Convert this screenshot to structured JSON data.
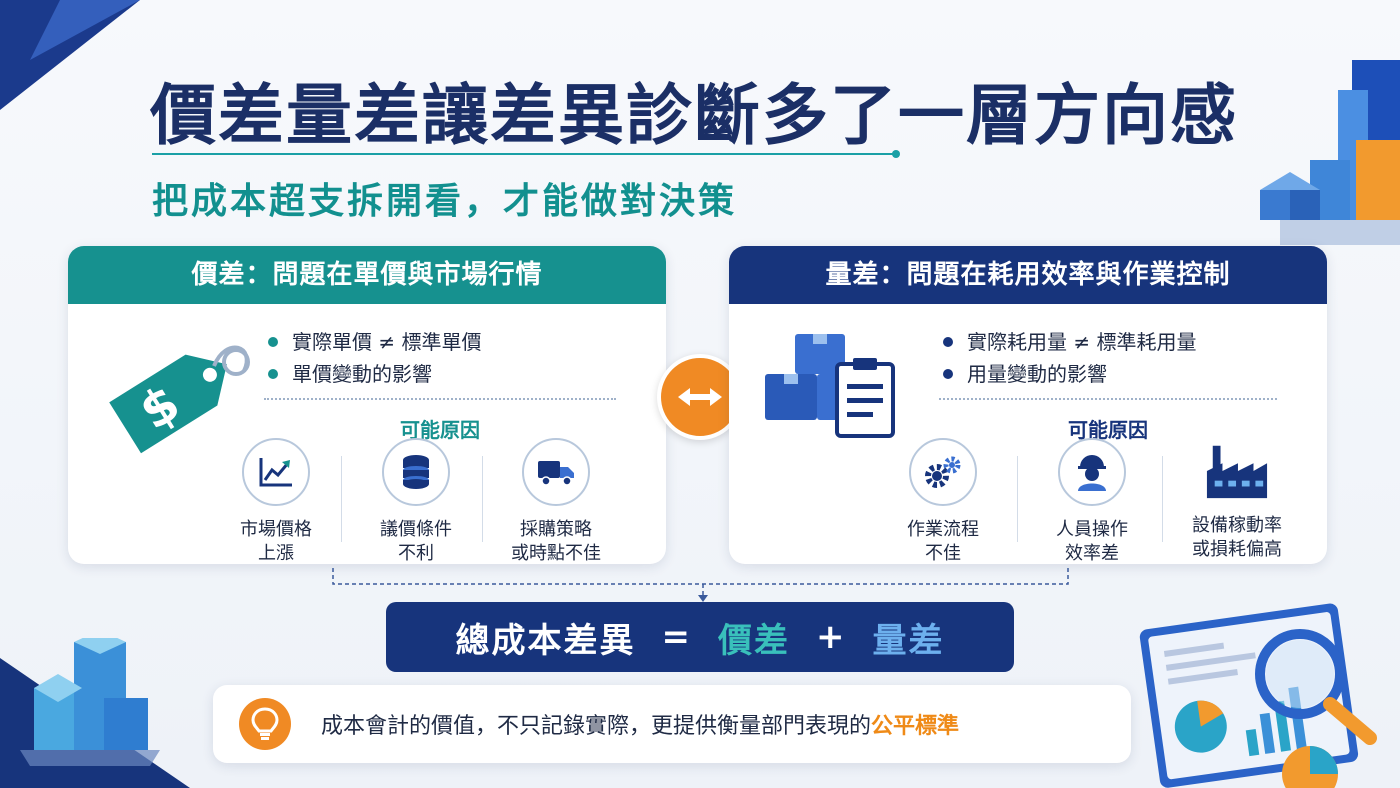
{
  "title": "價差量差讓差異診斷多了一層方向感",
  "subtitle": "把成本超支拆開看，才能做對決策",
  "price_card": {
    "header": "價差：問題在單價與市場行情",
    "bullets": [
      "實際單價 ≠ 標準單價",
      "單價變動的影響"
    ],
    "reasons_label": "可能原因",
    "reasons": [
      {
        "icon": "rising-chart-icon",
        "line1": "市場價格",
        "line2": "上漲"
      },
      {
        "icon": "database-icon",
        "line1": "議價條件",
        "line2": "不利"
      },
      {
        "icon": "delivery-truck-icon",
        "line1": "採購策略",
        "line2": "或時點不佳"
      }
    ]
  },
  "qty_card": {
    "header": "量差：問題在耗用效率與作業控制",
    "bullets": [
      "實際耗用量 ≠ 標準耗用量",
      "用量變動的影響"
    ],
    "reasons_label": "可能原因",
    "reasons": [
      {
        "icon": "gears-icon",
        "line1": "作業流程",
        "line2": "不佳"
      },
      {
        "icon": "worker-icon",
        "line1": "人員操作",
        "line2": "效率差"
      },
      {
        "icon": "factory-icon",
        "line1": "設備稼動率",
        "line2": "或損耗偏高"
      }
    ]
  },
  "formula": {
    "total": "總成本差異",
    "equals": "=",
    "price": "價差",
    "plus": "+",
    "qty": "量差"
  },
  "note": {
    "text": "成本會計的價值，不只記錄實際，更提供衡量部門表現的",
    "highlight": "公平標準"
  },
  "colors": {
    "navy": "#17347c",
    "teal": "#16918f",
    "orange": "#f08a24"
  }
}
